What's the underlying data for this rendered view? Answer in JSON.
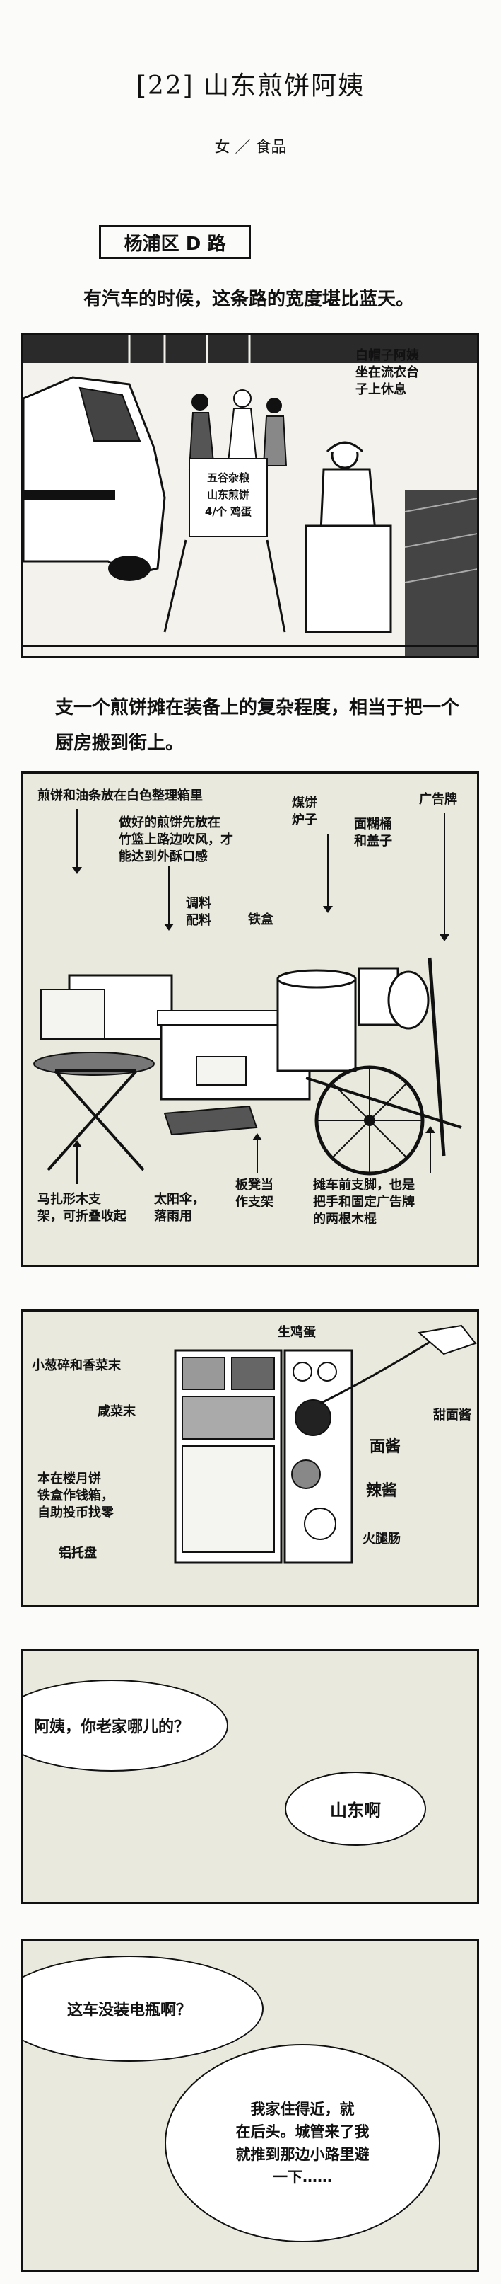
{
  "header": {
    "title": "[22]  山东煎饼阿姨",
    "subtitle": "女 ／ 食品"
  },
  "location": "杨浦区 D 路",
  "narration_1": "有汽车的时候，这条路的宽度堪比蓝天。",
  "panel1": {
    "label_auntie": "白帽子阿姨\n坐在流衣台\n子上休息",
    "sign": "五谷杂粮\n山东煎饼\n4/个  鸡蛋"
  },
  "narration_2": "支一个煎饼摊在装备上的复杂程度，相当于把一个厨房搬到街上。",
  "panel2": {
    "labels": {
      "box": "煎饼和油条放在白色整理箱里",
      "bamboo": "做好的煎饼先放在\n竹篮上路边吹风，才\n能达到外酥口感",
      "sauce": "调料\n配料",
      "iron": "铁盒",
      "stove": "煤饼\n炉子",
      "batter": "面糊桶\n和盖子",
      "sign": "广告牌",
      "stand": "马扎形木支\n架，可折叠收起",
      "umbrella": "太阳伞，\n落雨用",
      "table": "板凳当\n作支架",
      "cart": "摊车前支脚，也是\n把手和固定广告牌\n的两根木棍"
    }
  },
  "panel3": {
    "labels": {
      "egg": "生鸡蛋",
      "scallion": "小葱碎和香菜末",
      "pickle": "咸菜末",
      "tin": "本在楼月饼\n铁盒作钱箱，\n自助投币找零",
      "tray": "铝托盘",
      "sweet": "甜面酱",
      "flour": "面酱",
      "chili": "辣酱",
      "ham": "火腿肠"
    }
  },
  "panel4": {
    "question": "阿姨，你老家哪儿的？",
    "answer": "山东啊"
  },
  "panel5": {
    "question": "这车没装电瓶啊？",
    "answer": "我家住得近，就\n在后头。城管来了我\n就推到那边小路里避\n一下……"
  }
}
